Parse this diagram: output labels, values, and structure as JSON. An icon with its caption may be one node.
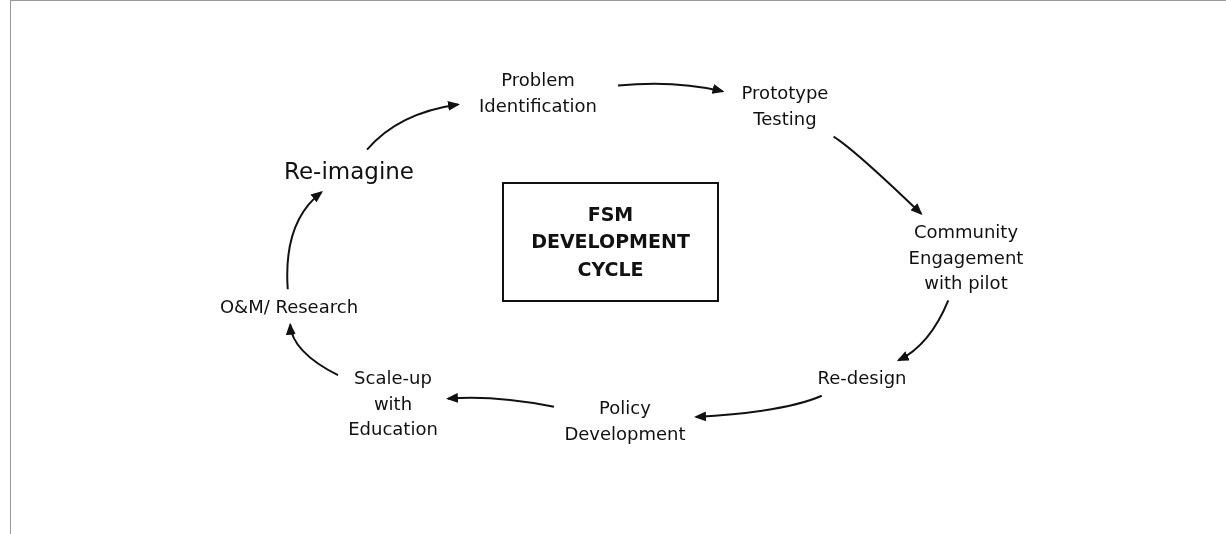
{
  "diagram": {
    "nodes": [
      {
        "text": [
          "FSM DEVELOPMENT CYCLE"
        ]
      },
      {
        "text": [
          "Problem Identification"
        ]
      },
      {
        "text": [
          "Prototype Testing"
        ]
      },
      {
        "text": [
          "Community Engagement with pilot"
        ]
      },
      {
        "text": [
          "Re-design"
        ]
      },
      {
        "text": [
          "Policy Development"
        ]
      },
      {
        "text": [
          "Scale-up with Education"
        ]
      },
      {
        "text": [
          "O&M/ Research"
        ]
      },
      {
        "text": [
          "Re-imagine"
        ]
      }
    ],
    "edges": [
      {
        "from": 1,
        "to": 2,
        "arrow": "to"
      },
      {
        "from": 2,
        "to": 3,
        "arrow": "to"
      },
      {
        "from": 3,
        "to": 4,
        "arrow": "to"
      },
      {
        "from": 4,
        "to": 5,
        "arrow": "to"
      },
      {
        "from": 5,
        "to": 6,
        "arrow": "to"
      },
      {
        "from": 6,
        "to": 7,
        "arrow": "to"
      },
      {
        "from": 7,
        "to": 8,
        "arrow": "to"
      },
      {
        "from": 8,
        "to": 1,
        "arrow": "to"
      }
    ]
  }
}
